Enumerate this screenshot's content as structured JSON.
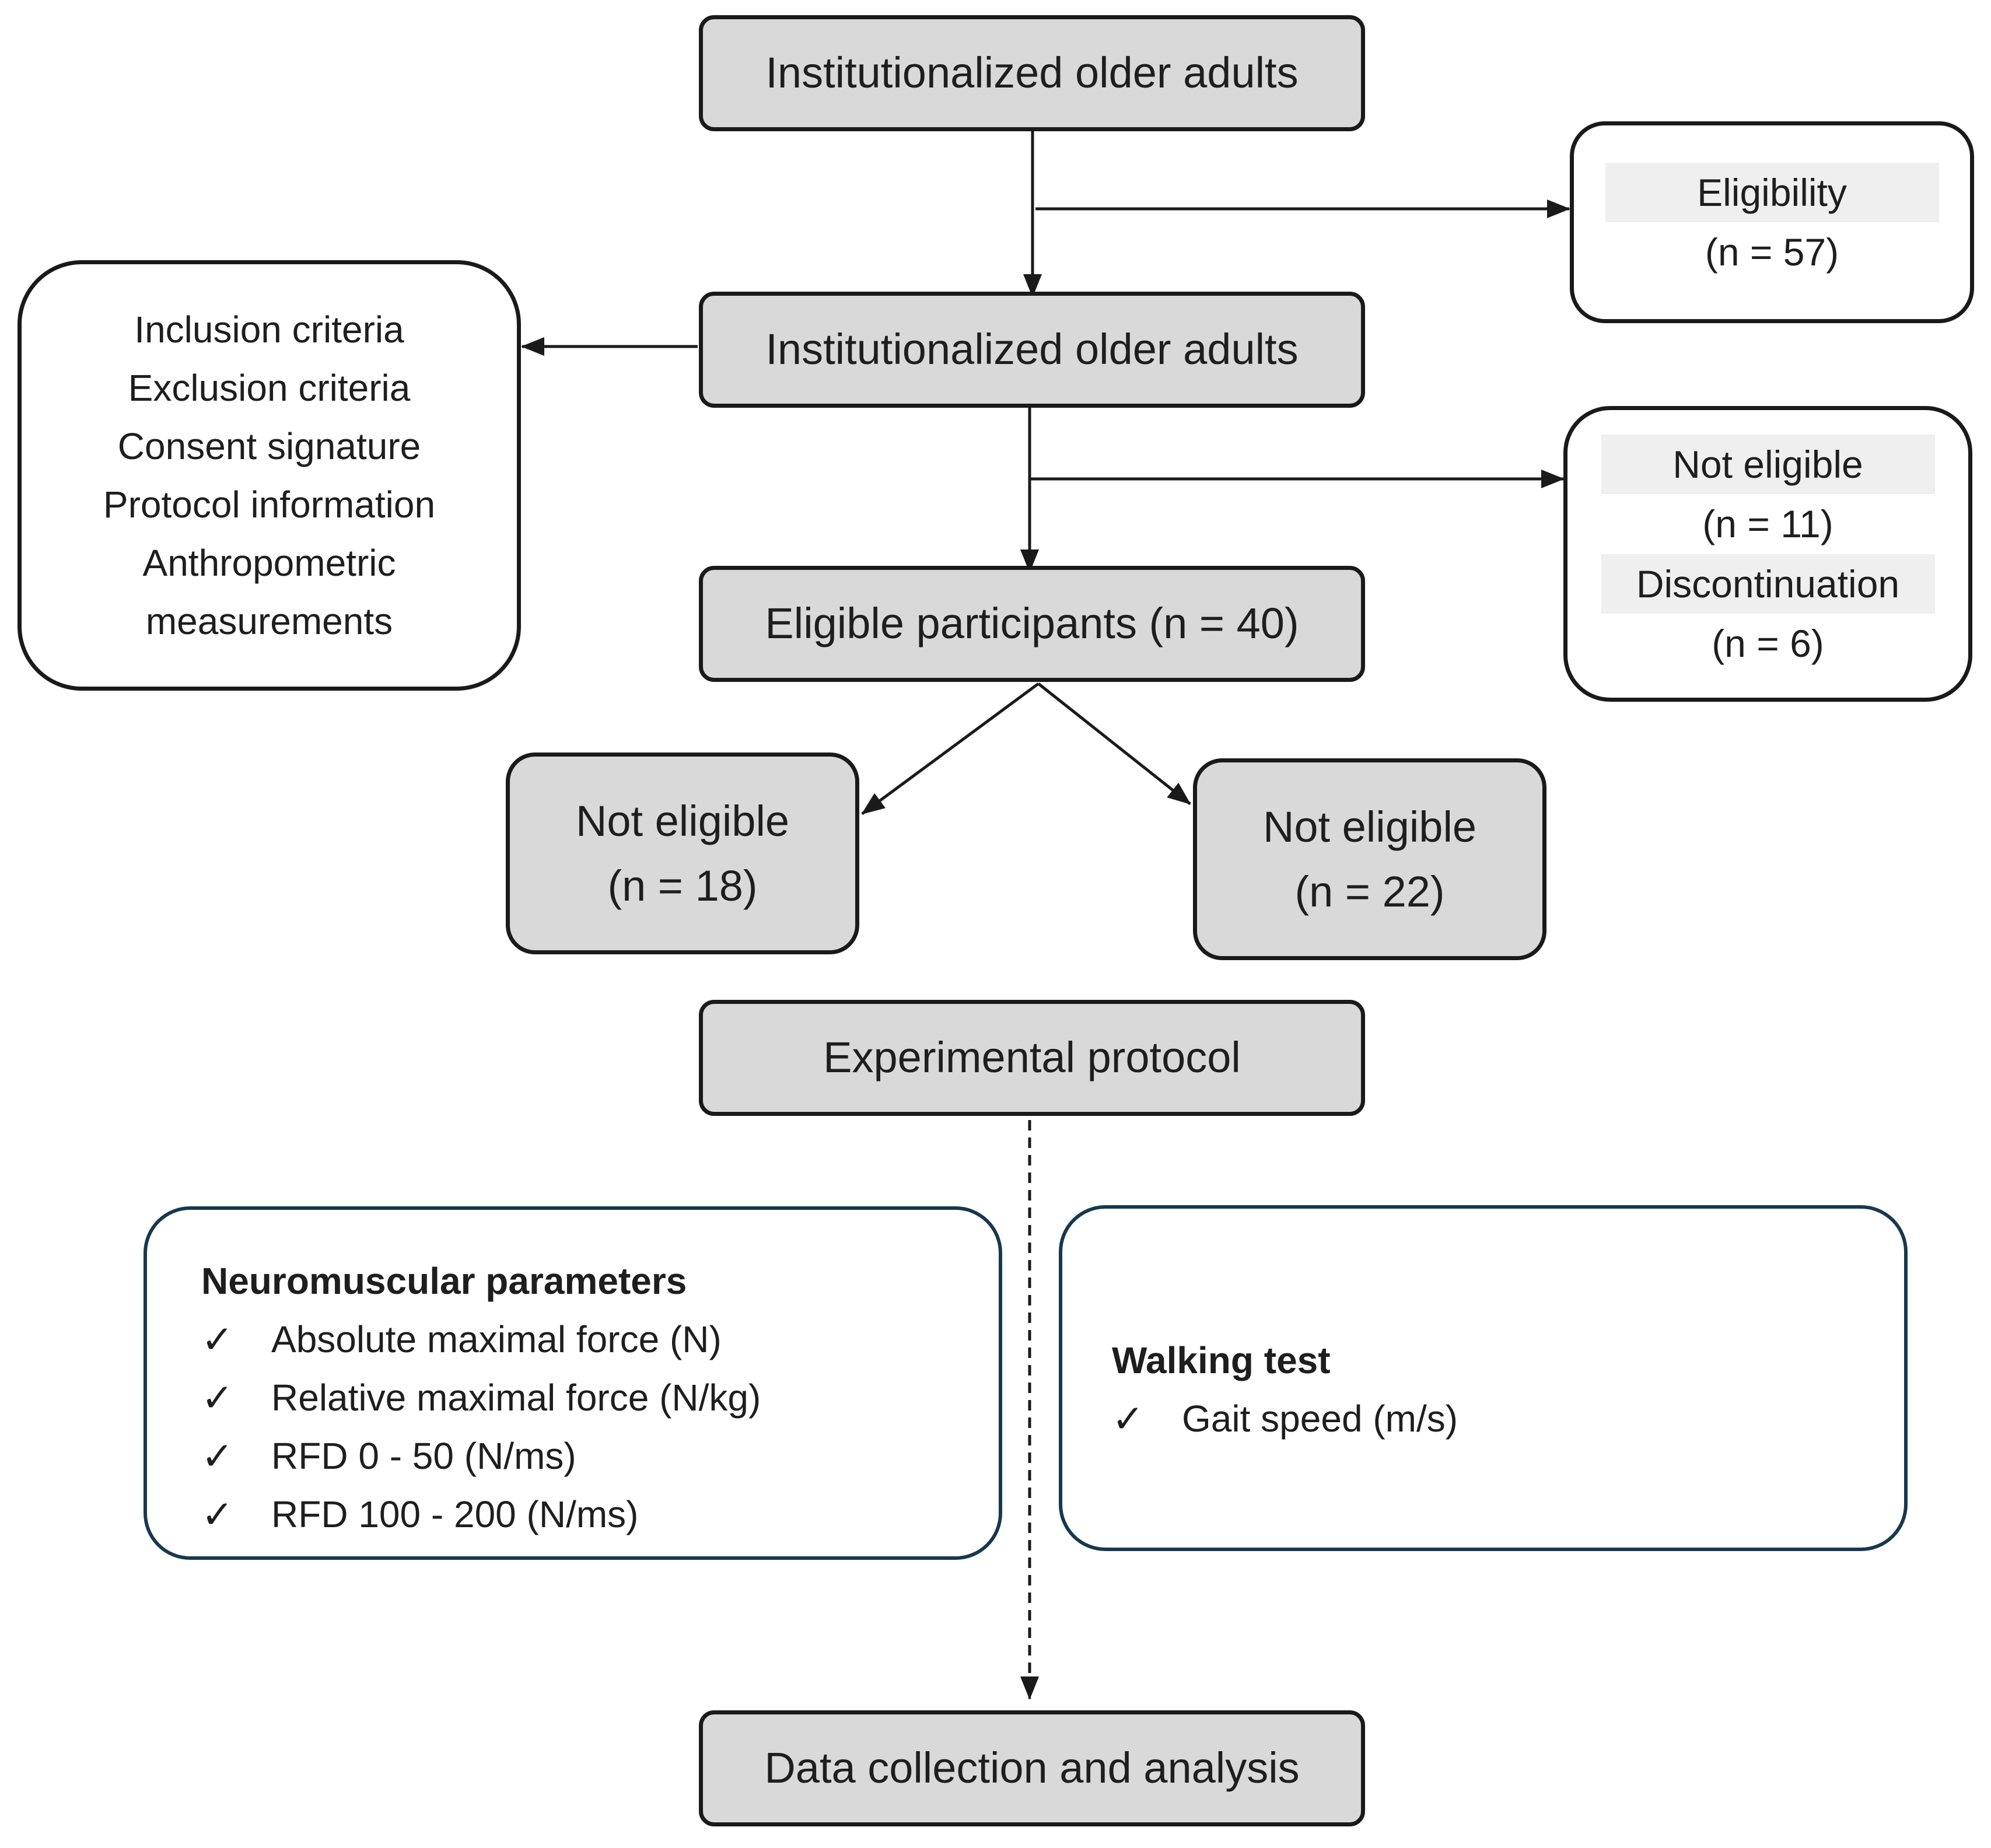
{
  "boxes": {
    "top": "Institutionalized older adults",
    "second": "Institutionalized older adults",
    "eligible": "Eligible participants (n = 40)",
    "experimental": "Experimental protocol",
    "data": "Data collection and analysis"
  },
  "eligibility_box": {
    "label": "Eligibility",
    "count": "(n = 57)"
  },
  "screening_list": [
    "Inclusion criteria",
    "Exclusion criteria",
    "Consent signature",
    "Protocol information",
    "Anthropometric",
    "measurements"
  ],
  "not_eligible_box": {
    "label": "Not eligible",
    "count": "(n = 11)",
    "label2": "Discontinuation",
    "count2": "(n = 6)"
  },
  "group_left": {
    "label": "Not eligible",
    "count": "(n = 18)"
  },
  "group_right": {
    "label": "Not eligible",
    "count": "(n = 22)"
  },
  "neuromuscular": {
    "title": "Neuromuscular parameters",
    "check": "✓",
    "items": [
      "Absolute maximal force (N)",
      "Relative maximal force (N/kg)",
      "RFD 0 - 50 (N/ms)",
      "RFD 100 - 200 (N/ms)"
    ]
  },
  "walking": {
    "title": "Walking test",
    "check": "✓",
    "items": [
      "Gait speed (m/s)"
    ]
  }
}
